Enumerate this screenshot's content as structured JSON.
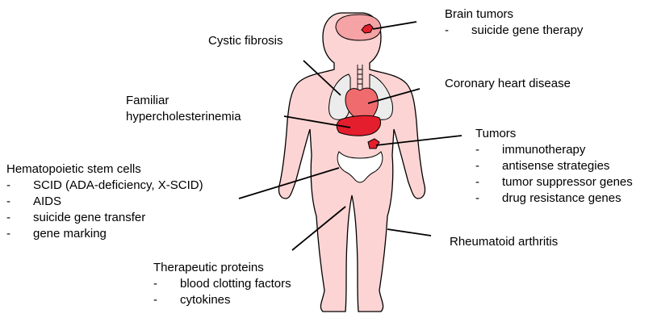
{
  "labels": {
    "brain": {
      "title": "Brain tumors",
      "items": [
        "suicide gene therapy"
      ]
    },
    "cystic": {
      "title": "Cystic fibrosis"
    },
    "coronary": {
      "title": "Coronary heart disease"
    },
    "familiar": {
      "line1": "Familiar",
      "line2": "hypercholesterinemia"
    },
    "tumors": {
      "title": "Tumors",
      "items": [
        "immunotherapy",
        "antisense strategies",
        "tumor suppressor genes",
        "drug resistance genes"
      ]
    },
    "hemato": {
      "title": "Hematopoietic stem cells",
      "items": [
        "SCID (ADA-deficiency, X-SCID)",
        "AIDS",
        "suicide gene transfer",
        "gene marking"
      ]
    },
    "rheuma": {
      "title": "Rheumatoid arthritis"
    },
    "therapeutic": {
      "title": "Therapeutic proteins",
      "items": [
        "blood clotting factors",
        "cytokines"
      ]
    }
  },
  "bullet": "-",
  "colors": {
    "body_fill": "#fbd4d3",
    "organ_red": "#e41e2c",
    "heart_fill": "#f06b6e",
    "brain_fill": "#f5a3a5",
    "lung_fill": "#ececec",
    "outline": "#000000"
  }
}
